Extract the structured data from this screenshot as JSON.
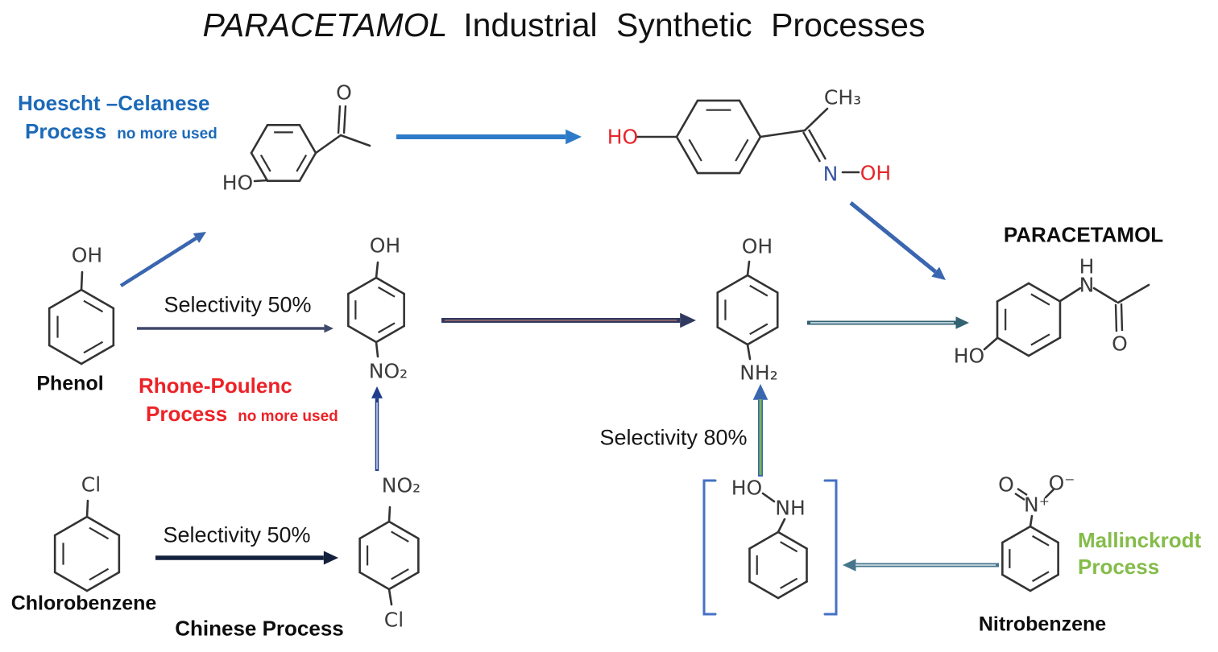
{
  "title": {
    "brand": "PARACETAMOL",
    "rest": "Industrial Synthetic Processes"
  },
  "processes": {
    "hoescht": {
      "line1": "Hoescht –Celanese",
      "line2": "Process",
      "note": "no more used"
    },
    "rhone": {
      "line1": "Rhone-Poulenc",
      "line2": "Process",
      "note": "no more used"
    },
    "chinese": {
      "label": "Chinese Process"
    },
    "mallinckrodt": {
      "line1": "Mallinckrodt",
      "line2": "Process"
    }
  },
  "annotations": {
    "selectivity_phenol_route": "Selectivity 50%",
    "selectivity_chlorobenzene_route": "Selectivity 50%",
    "selectivity_hydroxylamine_route": "Selectivity 80%"
  },
  "molecules": {
    "phenol": {
      "label": "Phenol",
      "atoms": {
        "oh": "OH"
      }
    },
    "hydroxyacetophenone": {
      "atoms": {
        "o": "O",
        "ho": "HO"
      }
    },
    "acetophenone_oxime": {
      "atoms": {
        "ho": "HO",
        "ch3": "CH₃",
        "n": "N",
        "oh": "OH"
      }
    },
    "paracetamol": {
      "label": "PARACETAMOL",
      "atoms": {
        "h": "H",
        "n": "N",
        "o": "O",
        "ho": "HO"
      }
    },
    "nitrophenol": {
      "atoms": {
        "oh": "OH",
        "no2": "NO₂"
      }
    },
    "aminophenol": {
      "atoms": {
        "oh": "OH",
        "nh2": "NH₂"
      }
    },
    "chlorobenzene": {
      "label": "Chlorobenzene",
      "atoms": {
        "cl": "Cl"
      }
    },
    "nitrochlorobenzene": {
      "atoms": {
        "no2": "NO₂",
        "cl": "Cl"
      }
    },
    "phenylhydroxylamine": {
      "atoms": {
        "ho": "HO",
        "nh": "NH"
      }
    },
    "nitrobenzene": {
      "label": "Nitrobenzene",
      "atoms": {
        "o_left": "O",
        "n_plus": "N⁺",
        "o_right": "O⁻"
      }
    }
  },
  "colors": {
    "process_blue": "#1C6AB8",
    "process_red": "#EC2227",
    "process_green": "#84BC49",
    "text_black": "#121212",
    "bond": "#333333",
    "atom_gray": "#3C3C3C",
    "atom_red": "#E6252B",
    "atom_blue": "#3B56A5",
    "bracket_blue": "#4472C4",
    "arrow_blue": "#3A66B0",
    "arrow_bright_blue": "#2D7BC8",
    "arrow_slate": "#40486B",
    "arrow_navy": "#1F3D8C",
    "arrow_navy_pale_core": "#CBD5EE",
    "arrow_dark_navy": "#14213D",
    "arrow_purple_navy": "#30395F",
    "arrow_maroon_core": "#8A5F66",
    "arrow_teal": "#336273",
    "arrow_steel": "#47768C",
    "arrow_green_core": "#74B74C",
    "arrow_pale_core": "#C9DCE4"
  }
}
